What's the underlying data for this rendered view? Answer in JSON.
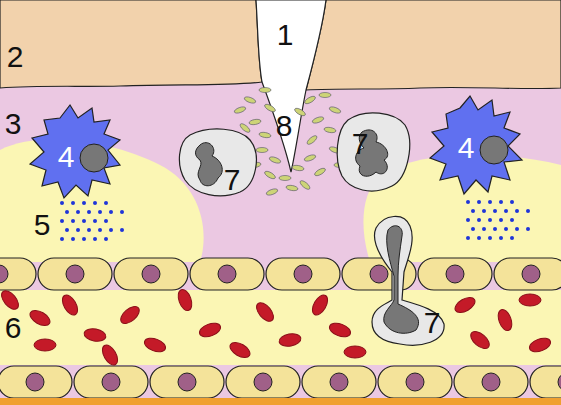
{
  "diagram": {
    "labels": [
      "1",
      "2",
      "3",
      "4",
      "8",
      "7",
      "7",
      "4",
      "5",
      "6",
      "7"
    ]
  }
}
